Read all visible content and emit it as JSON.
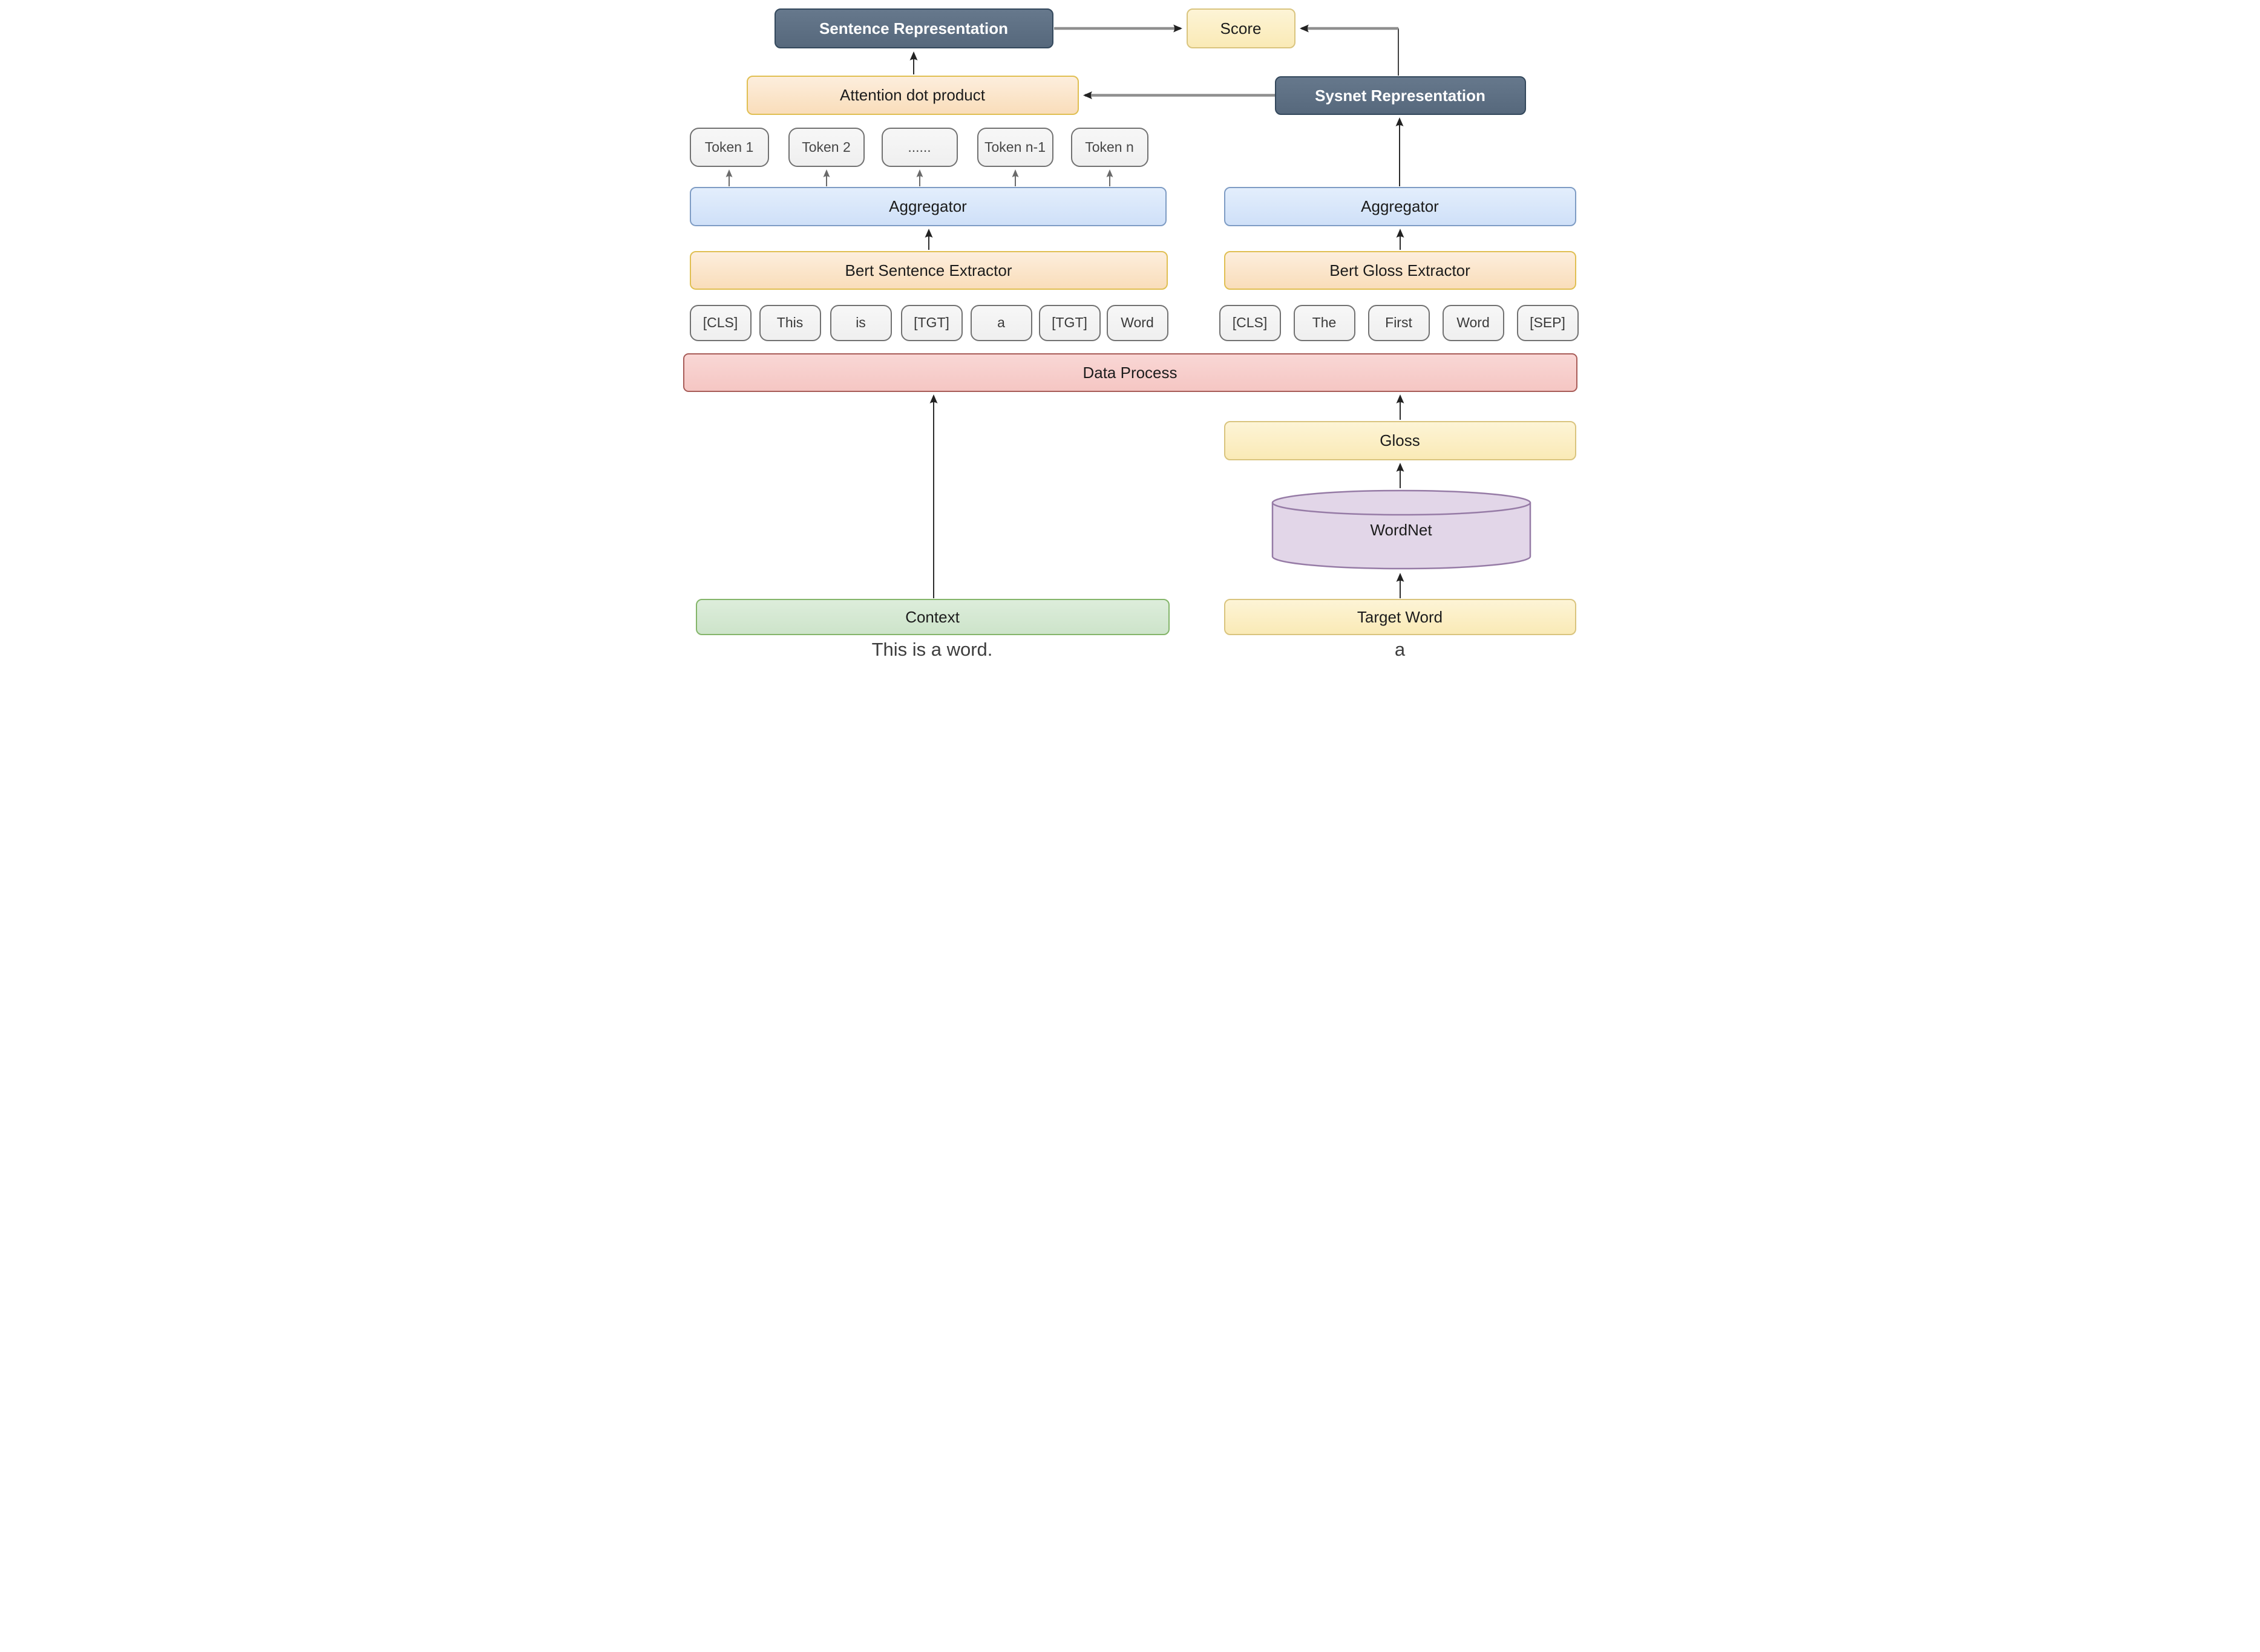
{
  "diagram": {
    "description": "BERT gloss-sentence word sense disambiguation architecture",
    "colors": {
      "dark_node_fill": "#5e7082",
      "dark_node_stroke": "#33485c",
      "yellow_fill": "#fdf1ca",
      "yellow_stroke": "#d9c47e",
      "peach_fill": "#fbe5cd",
      "peach_stroke": "#e0bf52",
      "blue_fill": "#dbe8fb",
      "blue_stroke": "#7e9cc4",
      "token_fill": "#f4f4f4",
      "token_stroke": "#717171",
      "red_fill": "#f8d1cf",
      "red_stroke": "#a85c58",
      "purple_fill": "#e2d6e8",
      "purple_stroke": "#967ba6",
      "green_fill": "#d7e9d5",
      "green_stroke": "#84b56a",
      "connector_gray": "#8f8f8f",
      "connector_dark": "#2c2c2c"
    },
    "nodes": {
      "sentence_representation": "Sentence Representation",
      "score": "Score",
      "attention_dot_product": "Attention dot product",
      "sysnet_representation": "Sysnet Representation",
      "aggregator_left": "Aggregator",
      "aggregator_right": "Aggregator",
      "bert_sentence_extractor": "Bert Sentence Extractor",
      "bert_gloss_extractor": "Bert Gloss Extractor",
      "data_process": "Data Process",
      "gloss": "Gloss",
      "wordnet": "WordNet",
      "context": "Context",
      "target_word": "Target Word"
    },
    "token_outputs": [
      "Token 1",
      "Token 2",
      "......",
      "Token n-1",
      "Token n"
    ],
    "sentence_tokens": [
      "[CLS]",
      "This",
      "is",
      "[TGT]",
      "a",
      "[TGT]",
      "Word"
    ],
    "gloss_tokens": [
      "[CLS]",
      "The",
      "First",
      "Word",
      "[SEP]"
    ],
    "captions": {
      "context_example": "This is a word.",
      "target_word_example": "a"
    }
  }
}
